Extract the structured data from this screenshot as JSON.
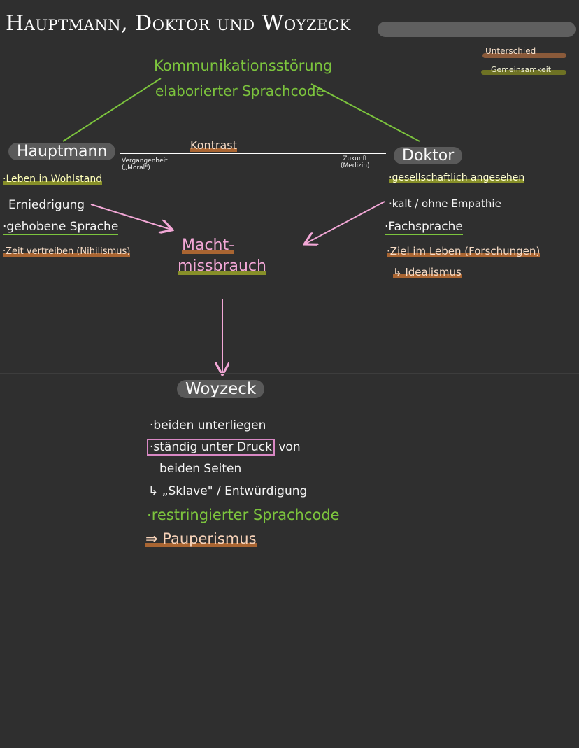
{
  "title": "Hauptmann, Doktor und Woyzeck",
  "legend": {
    "difference": "Unterschied",
    "commonality": "Gemeinsamkeit"
  },
  "top_center": {
    "line1": "Kommunikationsstörung",
    "line2": "elaborierter Sprachcode"
  },
  "contrast": {
    "label": "Kontrast",
    "left_label": "Vergangenheit\n(„Moral\")",
    "right_label": "Zukunft\n(Medizin)"
  },
  "hauptmann": {
    "name": "Hauptmann",
    "items": [
      "Leben in Wohlstand",
      "Erniedrigung",
      "gehobene Sprache",
      "Zeit vertreiben (Nihilismus)"
    ]
  },
  "doktor": {
    "name": "Doktor",
    "items": [
      "gesellschaftlich angesehen",
      "kalt / ohne Empathie",
      "Fachsprache",
      "Ziel im Leben (Forschungen)",
      "↳ Idealismus"
    ]
  },
  "center": {
    "line1": "Macht-",
    "line2": "missbrauch"
  },
  "woyzeck": {
    "name": "Woyzeck",
    "item1": "beiden unterliegen",
    "item2_boxed": "ständig unter Druck",
    "item2_rest": "von",
    "item2_line2": "beiden Seiten",
    "item3": "↳ „Sklave\" / Entwürdigung",
    "item4": "restringierter Sprachcode",
    "item5": "⇒ Pauperismus"
  },
  "colors": {
    "background": "#2f2f2f",
    "green": "#7cc43d",
    "pink": "#f2a7d6",
    "orange_highlight": "#be6e32",
    "olive_highlight": "#96a028"
  }
}
